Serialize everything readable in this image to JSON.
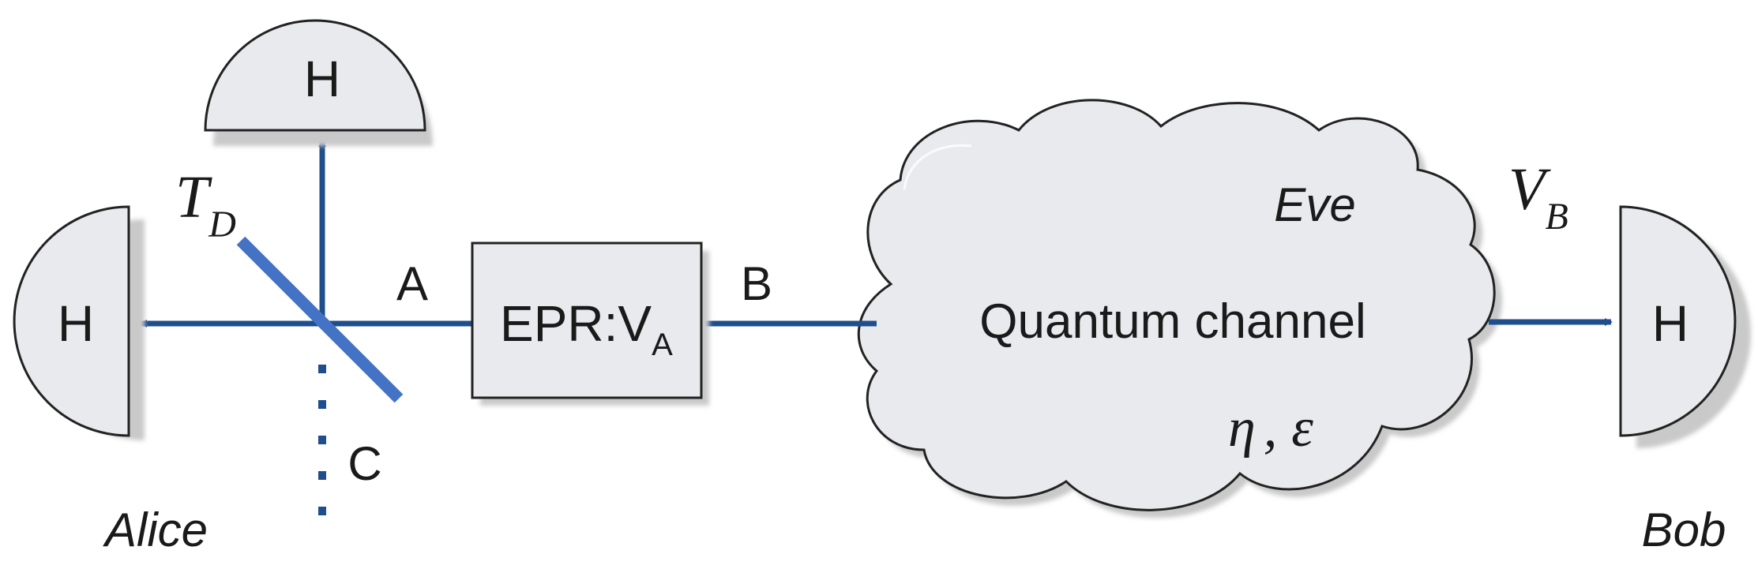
{
  "detectors": {
    "label": "H"
  },
  "beam_splitter": {
    "symbol": "T",
    "subscript": "D"
  },
  "modes": {
    "a": "A",
    "b": "B",
    "c": "C"
  },
  "epr_box": {
    "main": "EPR:V",
    "subscript": "A"
  },
  "channel": {
    "title": "Quantum channel",
    "eve": "Eve",
    "eta": "η",
    "comma": ",",
    "epsilon": "ε"
  },
  "bob_variance": {
    "symbol": "V",
    "subscript": "B"
  },
  "parties": {
    "alice": "Alice",
    "bob": "Bob"
  },
  "colors": {
    "beam": "#1f4e8c",
    "splitter": "#4472c4",
    "fill": "#e8eaed",
    "stroke": "#222222",
    "shadow": "#c8c8c8"
  }
}
